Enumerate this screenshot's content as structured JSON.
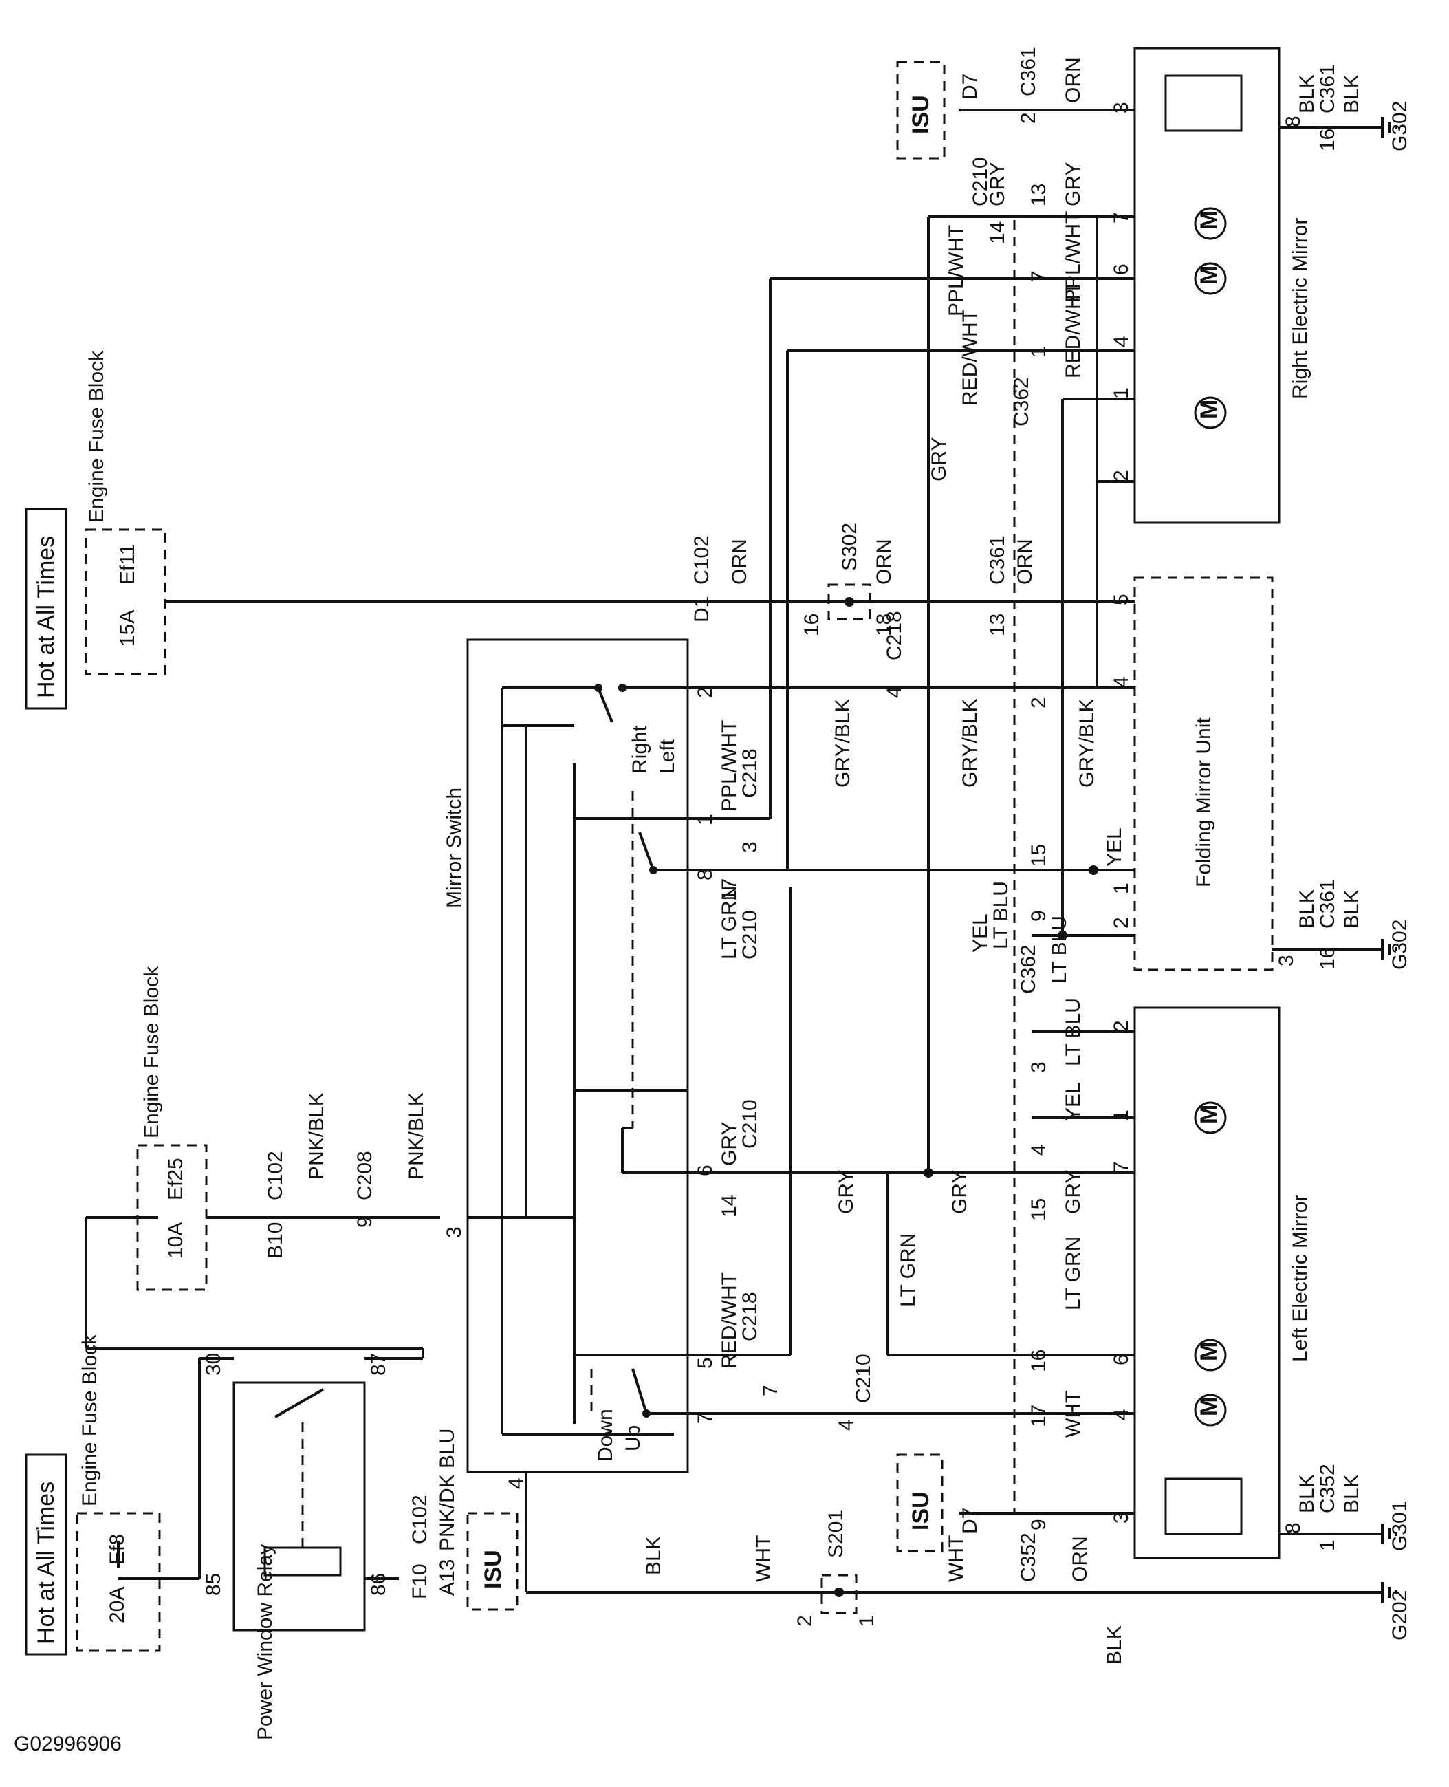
{
  "diagram_id": "G02996906",
  "power": {
    "hot_at_all_times": "Hot at All Times",
    "engine_fuse_block": "Engine Fuse Block",
    "fuse_ef8": {
      "name": "Ef8",
      "rating": "20A"
    },
    "fuse_ef11": {
      "name": "Ef11",
      "rating": "15A"
    },
    "fuse_ef25": {
      "name": "Ef25",
      "rating": "10A"
    }
  },
  "relay": {
    "name": "Power Window Relay",
    "pins": {
      "p85": "85",
      "p86": "86",
      "p30": "30",
      "p87": "87"
    }
  },
  "isu": "ISU",
  "mirror_switch": {
    "name": "Mirror Switch",
    "right": "Right",
    "left": "Left",
    "up": "Up",
    "down": "Down",
    "pins": {
      "p1": "1",
      "p2": "2",
      "p3": "3",
      "p4": "4",
      "p5": "5",
      "p6": "6",
      "p7": "7",
      "p8": "8"
    }
  },
  "folding_unit": {
    "name": "Folding Mirror Unit",
    "pins": [
      "1",
      "2",
      "3",
      "4",
      "5"
    ]
  },
  "left_mirror": {
    "name": "Left Electric Mirror",
    "pins": [
      "2",
      "1",
      "7",
      "6",
      "4",
      "3",
      "8"
    ],
    "motor": "M"
  },
  "right_mirror": {
    "name": "Right Electric Mirror",
    "pins": [
      "2",
      "1",
      "4",
      "6",
      "7",
      "3",
      "8"
    ],
    "motor": "M"
  },
  "connectors": {
    "c102": "C102",
    "c208": "C208",
    "c210": "C210",
    "c218": "C218",
    "c352": "C352",
    "c361": "C361",
    "c362": "C362",
    "b10": "B10",
    "f10": "F10",
    "a13": "A13",
    "d1": "D1",
    "d7": "D7"
  },
  "splices": {
    "s201": "S201",
    "s302": "S302"
  },
  "grounds": {
    "g202": "G202",
    "g301": "G301",
    "g302": "G302"
  },
  "wires": {
    "pnk_blk": "PNK/BLK",
    "pnk_dk_blu": "PNK/DK BLU",
    "blk": "BLK",
    "orn": "ORN",
    "gry": "GRY",
    "gry_blk": "GRY/BLK",
    "ppl_wht": "PPL/WHT",
    "red_wht": "RED/WHT",
    "lt_grn": "LT GRN",
    "lt_blu": "LT BLU",
    "yel": "YEL",
    "wht": "WHT"
  },
  "pin_numbers": {
    "n1": "1",
    "n2": "2",
    "n3": "3",
    "n4": "4",
    "n5": "5",
    "n6": "6",
    "n7": "7",
    "n8": "8",
    "n9": "9",
    "n13": "13",
    "n14": "14",
    "n15": "15",
    "n16": "16",
    "n17": "17",
    "n18": "18"
  }
}
